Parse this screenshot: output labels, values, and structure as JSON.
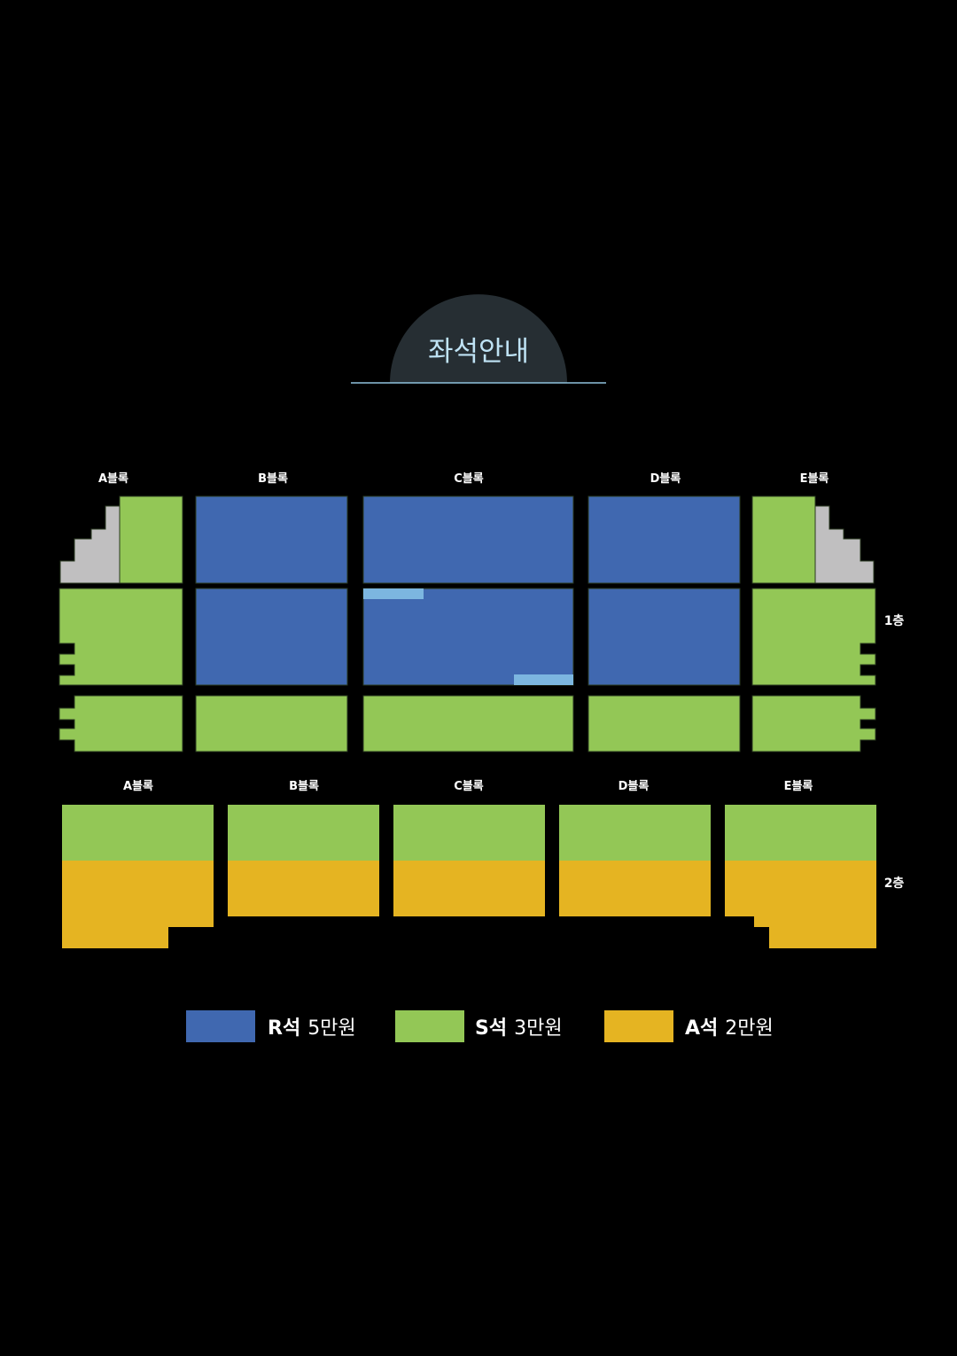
{
  "title": "좌석안내",
  "colors": {
    "r_seat": "#4068b0",
    "s_seat": "#93c756",
    "a_seat": "#e5b422",
    "unavailable": "#c0bfc0",
    "highlight": "#7cb6e0",
    "title_bg": "#262e33",
    "title_line": "#8fc3dd"
  },
  "floor1": {
    "label": "1층",
    "blocks": [
      "A블록",
      "B블록",
      "C블록",
      "D블록",
      "E블록"
    ]
  },
  "floor2": {
    "label": "2층",
    "blocks": [
      "A블록",
      "B블록",
      "C블록",
      "D블록",
      "E블록"
    ]
  },
  "legend": [
    {
      "grade": "R석",
      "price": "5만원"
    },
    {
      "grade": "S석",
      "price": "3만원"
    },
    {
      "grade": "A석",
      "price": "2만원"
    }
  ]
}
